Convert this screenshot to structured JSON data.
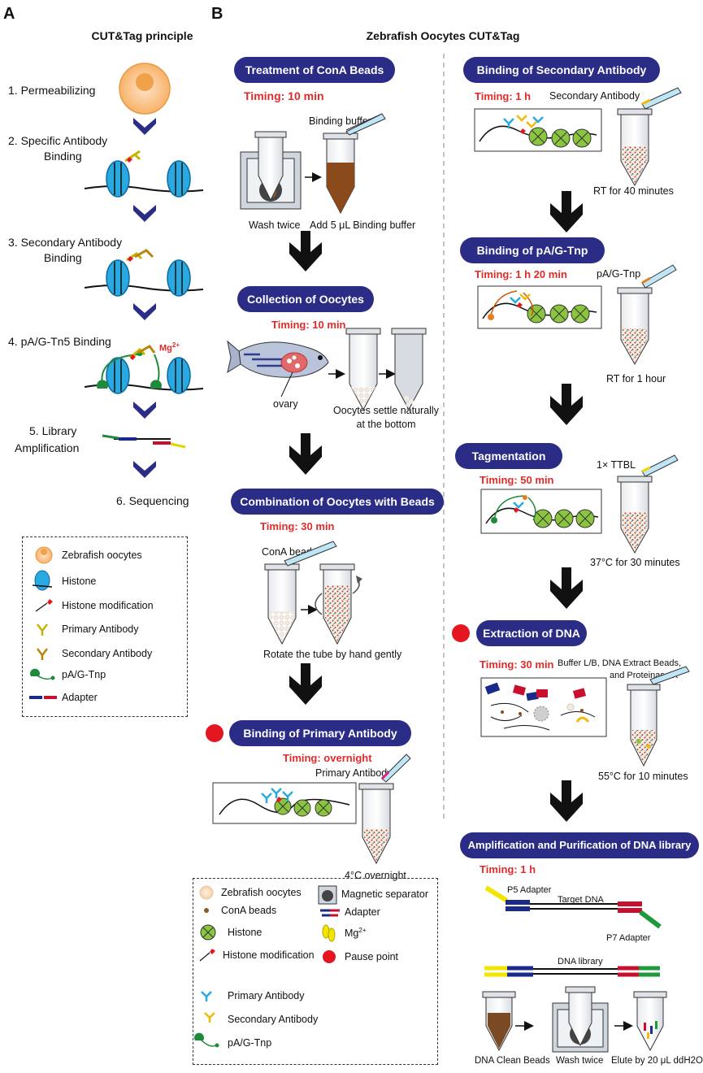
{
  "panelA": {
    "letter": "A",
    "title": "CUT&Tag principle",
    "steps": [
      "1. Permeabilizing",
      "2. Specific Antibody",
      "Binding",
      "3. Secondary Antibody",
      "Binding",
      "4. pA/G-Tn5 Binding",
      "5. Library",
      "Amplification",
      "6. Sequencing"
    ],
    "mg_label": "Mg",
    "mg_sup": "2+",
    "legend": [
      "Zebrafish oocytes",
      "Histone",
      "Histone modification",
      "Primary Antibody",
      "Secondary Antibody",
      "pA/G-Tnp",
      "Adapter"
    ]
  },
  "panelB": {
    "letter": "B",
    "title": "Zebrafish Oocytes CUT&Tag",
    "steps": {
      "conA": {
        "title": "Treatment of ConA Beads",
        "timing": "Timing: 10 min",
        "binding_buffer": "Binding buffer",
        "wash": "Wash twice",
        "add": "Add 5 μL Binding buffer"
      },
      "collection": {
        "title": "Collection of Oocytes",
        "timing": "Timing: 10 min",
        "ovary": "ovary",
        "settle1": "Oocytes settle naturally",
        "settle2": "at the bottom"
      },
      "combination": {
        "title": "Combination of Oocytes with Beads",
        "timing": "Timing: 30 min",
        "beads": "ConA beads",
        "rotate": "Rotate the tube by hand gently"
      },
      "primary": {
        "title": "Binding of Primary Antibody",
        "timing": "Timing: overnight",
        "reagent": "Primary Antibody",
        "condition": "4°C overnight"
      },
      "secondary": {
        "title": "Binding of Secondary Antibody",
        "timing": "Timing: 1 h",
        "reagent": "Secondary Antibody",
        "condition": "RT for 40 minutes"
      },
      "tnp": {
        "title": "Binding of pA/G-Tnp",
        "timing": "Timing: 1 h 20 min",
        "reagent": "pA/G-Tnp",
        "condition": "RT for 1 hour"
      },
      "tagmentation": {
        "title": "Tagmentation",
        "timing": "Timing: 50 min",
        "reagent": "1× TTBL",
        "condition": "37°C for 30 minutes"
      },
      "extraction": {
        "title": "Extraction of DNA",
        "timing": "Timing: 30 min",
        "reagent1": "Buffer L/B, DNA Extract Beads,",
        "reagent2": "and Proteinase K",
        "condition": "55°C for 10 minutes"
      },
      "amplification": {
        "title": "Amplification and Purification of DNA library",
        "timing": "Timing: 1 h",
        "p5": "P5 Adapter",
        "target": "Target DNA",
        "p7": "P7 Adapter",
        "library": "DNA library",
        "clean": "DNA Clean Beads",
        "wash": "Wash twice",
        "elute": "Elute by 20 μL ddH2O"
      }
    },
    "legend": {
      "oocytes": "Zebrafish oocytes",
      "separator": "Magnetic separator",
      "beads": "ConA beads",
      "adapter": "Adapter",
      "histone": "Histone",
      "mg": "Mg",
      "mg_sup": "2+",
      "modification": "Histone modification",
      "pause": "Pause point",
      "primary": "Primary Antibody",
      "secondary": "Secondary Antibody",
      "tnp": "pA/G-Tnp"
    }
  },
  "colors": {
    "pill": "#2a2c86",
    "timing": "#e32a2a",
    "pause": "#e4161f",
    "histone_blue": "#29a9e0",
    "histone_green": "#8bc53f",
    "arrow_blue": "#2a2c86"
  }
}
